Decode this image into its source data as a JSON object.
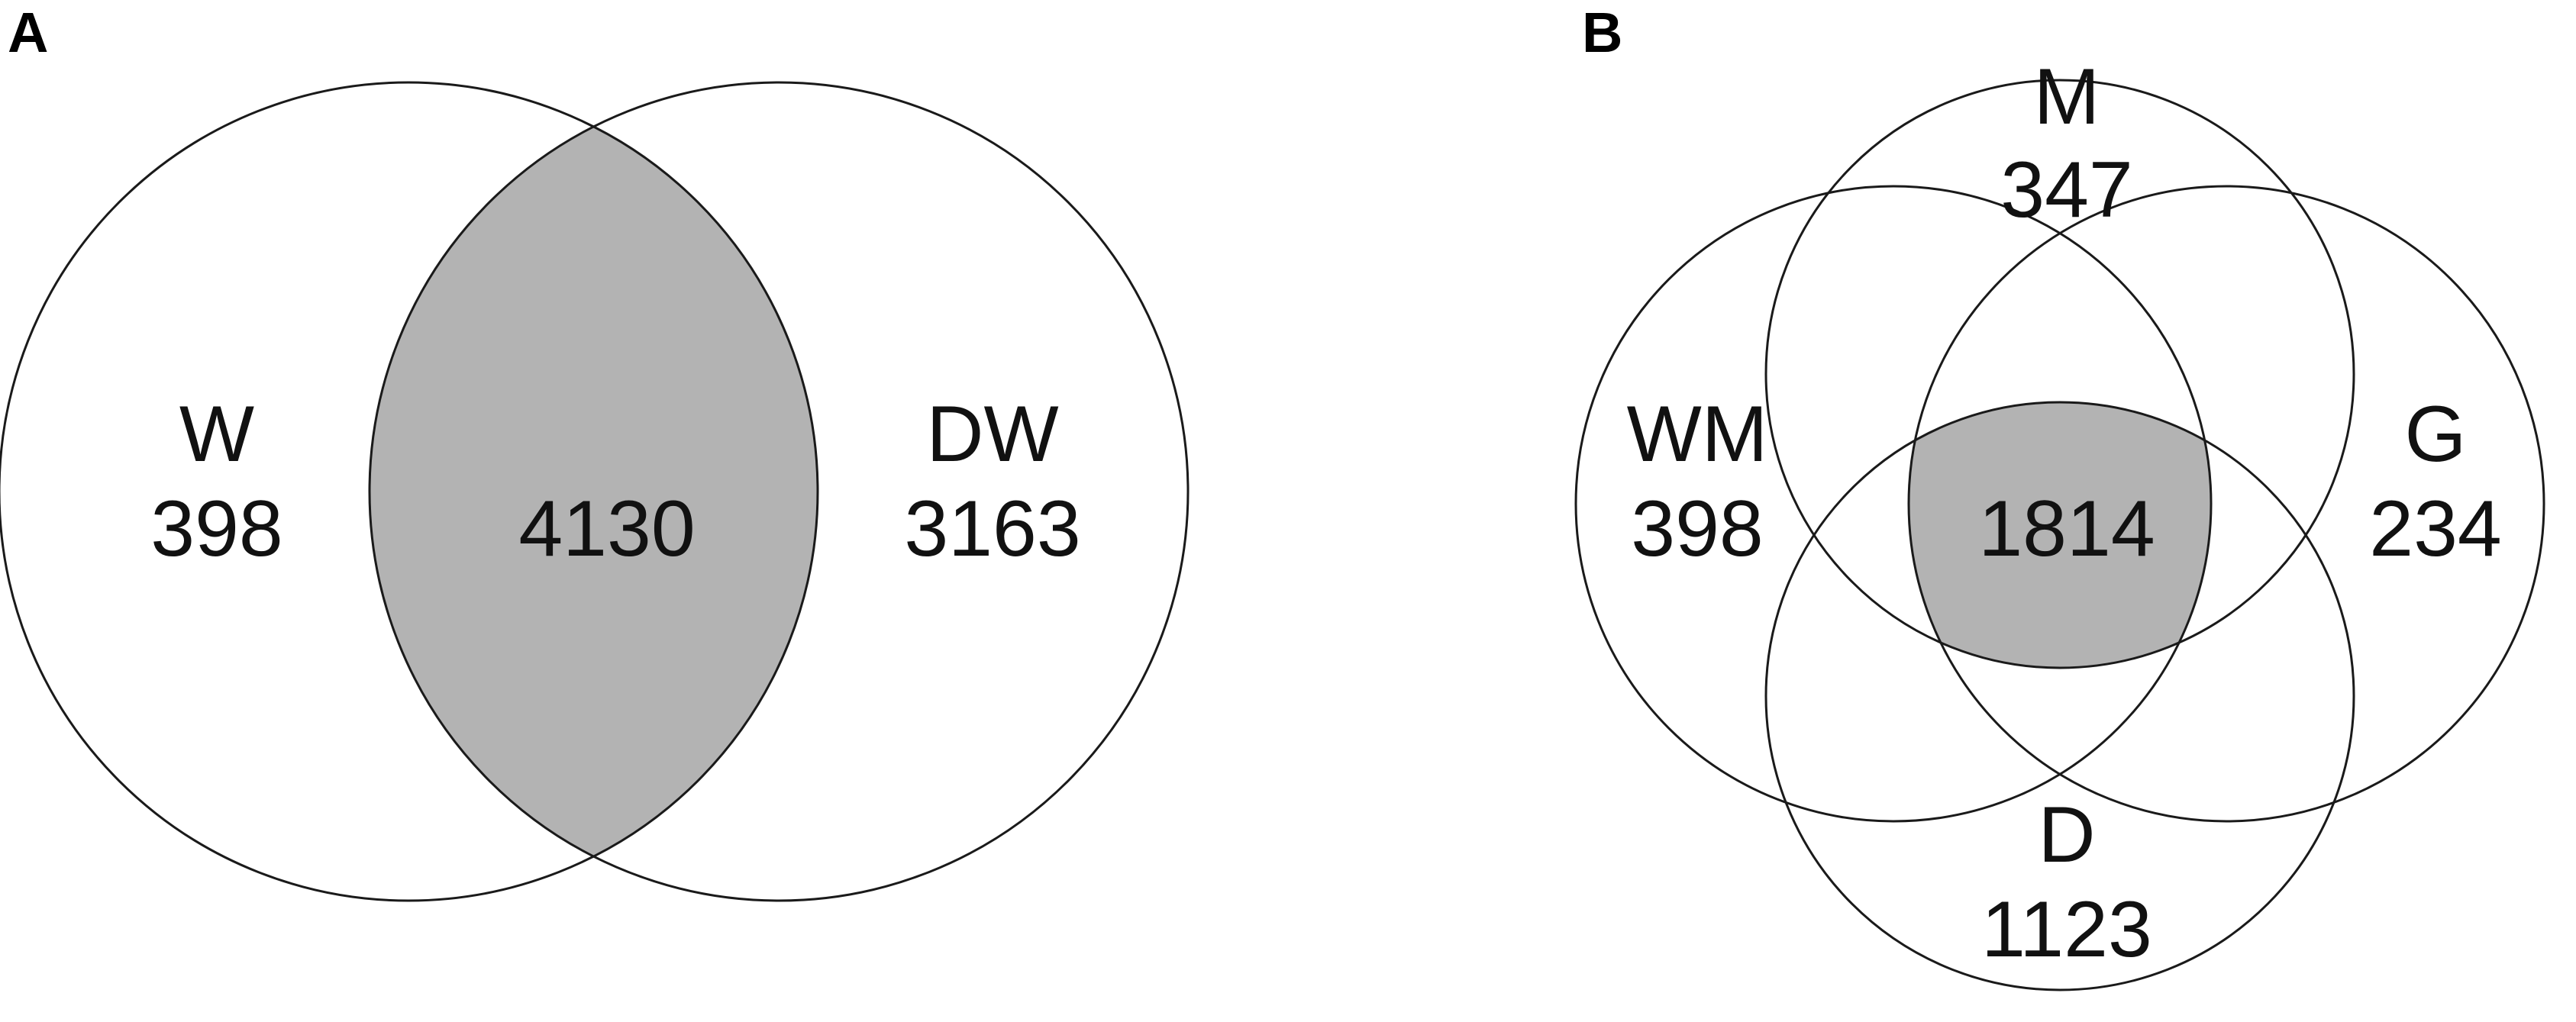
{
  "panels": [
    {
      "letter": "A",
      "sets": [
        {
          "name": "W",
          "count": "398"
        },
        {
          "name": "DW",
          "count": "3163"
        }
      ],
      "intersection": "4130"
    },
    {
      "letter": "B",
      "sets": [
        {
          "name": "M",
          "count": "347"
        },
        {
          "name": "WM",
          "count": "398"
        },
        {
          "name": "G",
          "count": "234"
        },
        {
          "name": "D",
          "count": "1123"
        }
      ],
      "intersection": "1814"
    }
  ],
  "colors": {
    "overlap_fill": "#b3b3b3",
    "outline": "#1a1a1a",
    "background": "#ffffff"
  }
}
